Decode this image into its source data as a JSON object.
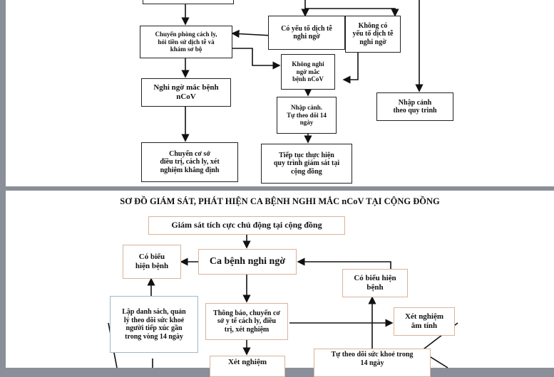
{
  "top_diagram": {
    "boxes": {
      "transfer_isolation": "Chuyển phòng cách ly,\nhỏi tiền sử dịch tễ và\nkhám sơ bộ",
      "has_epi_factor": "Có yếu tố dịch tễ\nnghi ngờ",
      "no_epi_factor": "Không có\nyếu tố dịch tễ\nnghi ngờ",
      "not_suspected": "Không nghi\nngờ mắc\nbệnh nCoV",
      "suspected_ncov": "Nghi ngờ mắc bệnh\nnCoV",
      "entry_self_monitor": "Nhập cảnh.\nTự theo dõi 14\nngày",
      "entry_by_procedure": "Nhập cảnh\ntheo quy trình",
      "transfer_treatment": "Chuyển cơ sở\nđiều trị, cách ly, xét\nnghiệm khẳng định",
      "continue_monitoring": "Tiếp tục thực hiện\nquy trình giám sát tại\ncộng đồng"
    }
  },
  "bottom_diagram": {
    "title": "SƠ ĐỒ GIÁM SÁT, PHÁT HIỆN CA BỆNH NGHI MẮC nCoV TẠI CỘNG ĐỒNG",
    "boxes": {
      "active_surveillance": "Giám sát tích cực chủ động tại cộng đồng",
      "has_symptoms_left": "Có biểu\nhiện bệnh",
      "suspected_case": "Ca bệnh nghi ngờ",
      "has_symptoms_right": "Có biểu hiện\nbệnh",
      "contact_list": "Lập danh sách, quản\nlý theo dõi sức khoẻ\nngười tiếp xúc gần\ntrong vòng 14 ngày",
      "notify_transfer": "Thông báo, chuyển cơ\nsở y tế cách ly, điều\ntrị, xét nghiệm",
      "test_negative": "Xét nghiệm\nâm tính",
      "self_health_monitor": "Tự theo dõi sức khoẻ trong\n14 ngày",
      "test_bottom": "Xét nghiệm"
    }
  }
}
